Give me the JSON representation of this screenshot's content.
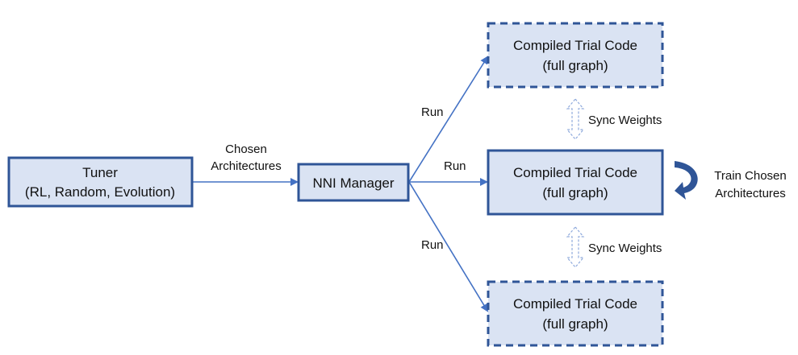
{
  "nodes": {
    "tuner": {
      "line1": "Tuner",
      "line2": "(RL, Random, Evolution)"
    },
    "manager": {
      "label": "NNI Manager"
    },
    "trial_top": {
      "line1": "Compiled Trial Code",
      "line2": "(full graph)"
    },
    "trial_mid": {
      "line1": "Compiled Trial Code",
      "line2": "(full graph)"
    },
    "trial_bottom": {
      "line1": "Compiled Trial Code",
      "line2": "(full graph)"
    }
  },
  "edges": {
    "chosen_line1": "Chosen",
    "chosen_line2": "Architectures",
    "run_top": "Run",
    "run_mid": "Run",
    "run_bottom": "Run",
    "sync_top": "Sync Weights",
    "sync_bottom": "Sync Weights",
    "train_line1": "Train Chosen",
    "train_line2": "Architectures"
  },
  "colors": {
    "box_fill": "#dae3f3",
    "box_stroke": "#2f5597",
    "arrow": "#4472c4"
  }
}
